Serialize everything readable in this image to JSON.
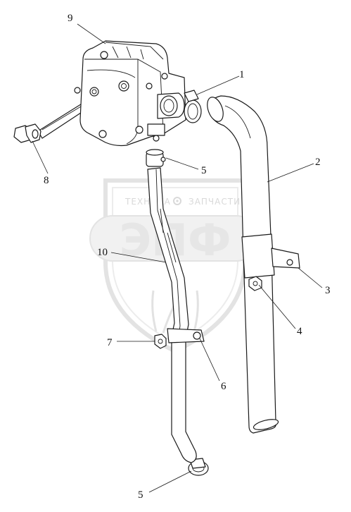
{
  "watermark": {
    "top_text_left": "ТЕХНИКА",
    "top_text_right": "ЗАПЧАСТИ",
    "logo_text": "ЭПФ",
    "emblem_icon": "gear-icon",
    "colors": {
      "shield": "#e3e3e3",
      "text": "#d9d9d9"
    }
  },
  "callouts": [
    {
      "id": "1",
      "label": "1"
    },
    {
      "id": "2",
      "label": "2"
    },
    {
      "id": "3",
      "label": "3"
    },
    {
      "id": "4",
      "label": "4"
    },
    {
      "id": "5a",
      "label": "5"
    },
    {
      "id": "5b",
      "label": "5"
    },
    {
      "id": "6",
      "label": "6"
    },
    {
      "id": "7",
      "label": "7"
    },
    {
      "id": "8",
      "label": "8"
    },
    {
      "id": "9",
      "label": "9"
    },
    {
      "id": "10",
      "label": "10"
    }
  ]
}
